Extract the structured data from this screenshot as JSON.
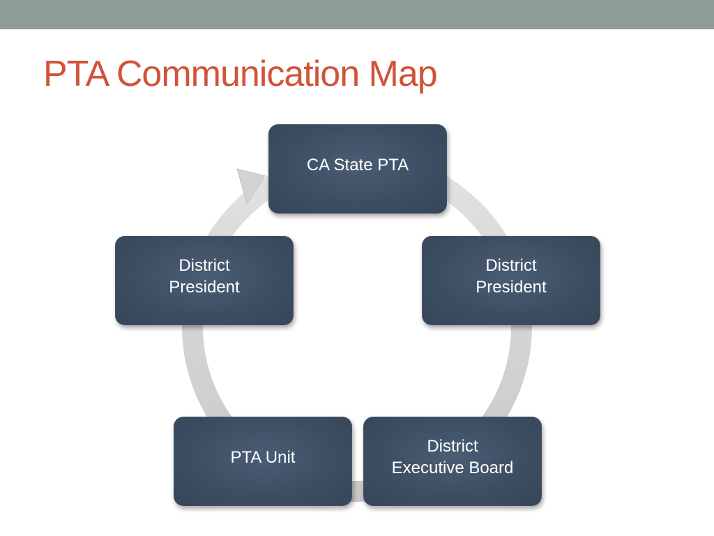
{
  "slide": {
    "title": "PTA Communication Map",
    "title_color": "#d0533a",
    "top_bar_color": "#8e9e96"
  },
  "diagram": {
    "type": "cycle",
    "node_color": "#3e4e62",
    "arrow_color": "#d3d3d3",
    "nodes": [
      {
        "label": "CA State PTA"
      },
      {
        "label": "District\nPresident"
      },
      {
        "label": "District\nExecutive Board"
      },
      {
        "label": "PTA Unit"
      },
      {
        "label": "District\nPresident"
      }
    ]
  }
}
